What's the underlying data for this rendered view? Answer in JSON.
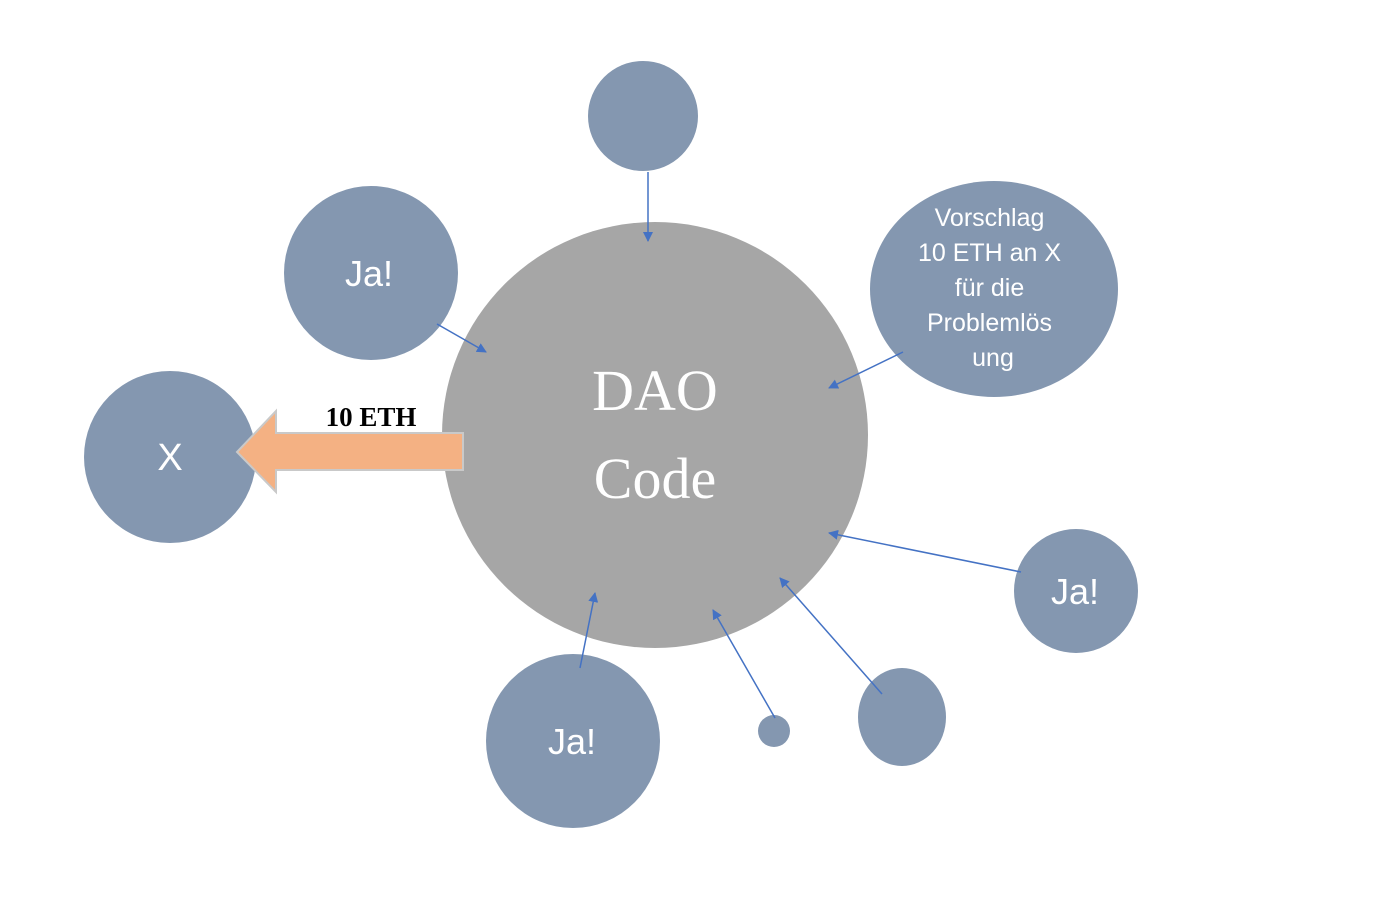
{
  "colors": {
    "background": "#ffffff",
    "dao_circle": "#a6a6a6",
    "member_circle": "#8497b0",
    "arrow_line": "#4472c4",
    "transfer_arrow_fill": "#f4b183",
    "transfer_arrow_stroke": "#c9c9c9",
    "circle_text": "#ffffff",
    "transfer_label_text": "#000000"
  },
  "dao": {
    "line1": "DAO",
    "line2": "Code"
  },
  "recipient": {
    "label": "X"
  },
  "transfer": {
    "label": "10 ETH"
  },
  "proposal": {
    "lines": [
      "Vorschlag",
      "10 ETH an X",
      "für die",
      "Problemlös",
      "ung"
    ]
  },
  "votes": {
    "upper_left": "Ja!",
    "right": "Ja!",
    "bottom": "Ja!"
  }
}
